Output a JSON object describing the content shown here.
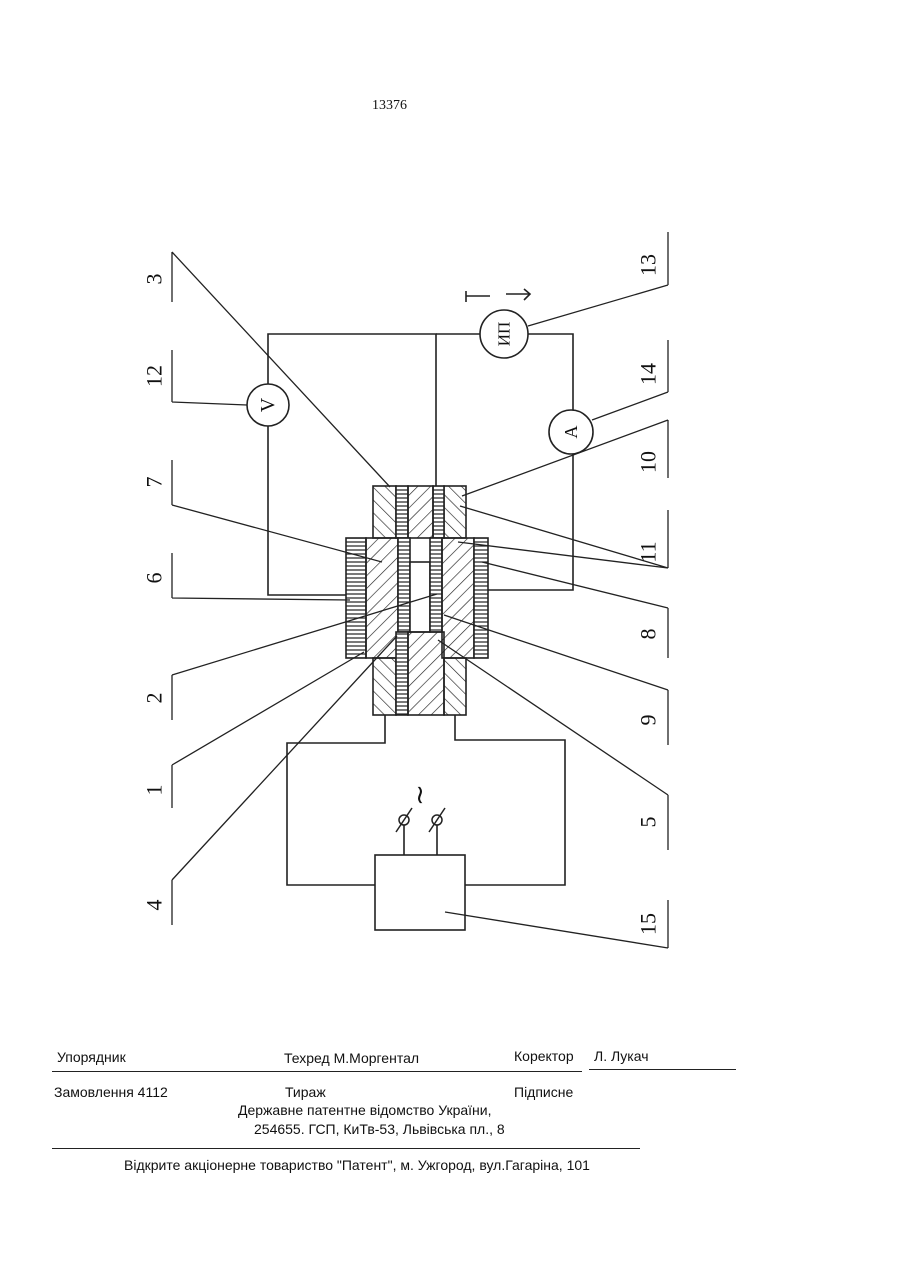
{
  "page_number": "13376",
  "figure": {
    "labels": {
      "n1": "1",
      "n2": "2",
      "n3": "3",
      "n4": "4",
      "n5": "5",
      "n6": "6",
      "n7": "7",
      "n8": "8",
      "n9": "9",
      "n10": "10",
      "n11": "11",
      "n12": "12",
      "n13": "13",
      "n14": "14",
      "n15": "15"
    },
    "meter_v": "V",
    "meter_a": "A",
    "meter_ip": "ИП",
    "ac_symbol": "~"
  },
  "imprint": {
    "compiler": "Упорядник",
    "techred": "Техред М.Моргентал",
    "corrector": "Коректор",
    "corrector_name": "Л. Лукач",
    "order": "Замовлення 4112",
    "circulation": "Тираж",
    "subscription": "Підписне",
    "office": "Державне патентне відомство України,",
    "address": "254655. ГСП, КиТв-53, Львівська пл., 8",
    "printer": "Відкрите акціонерне товариство   \"Патент\", м. Ужгород, вул.Гагаріна, 101"
  }
}
